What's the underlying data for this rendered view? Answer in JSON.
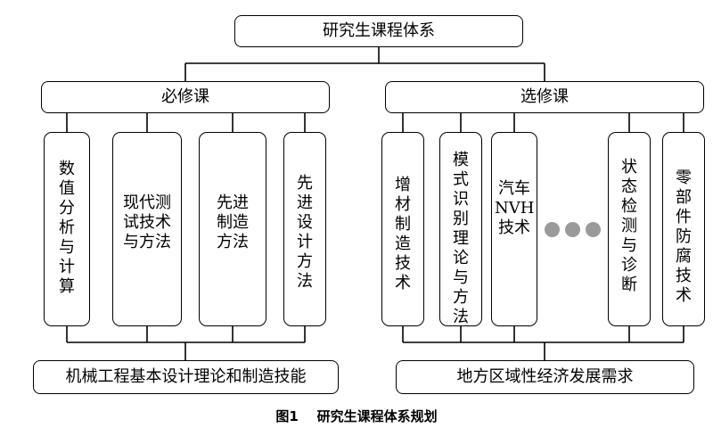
{
  "root": "研究生课程体系",
  "groups": {
    "required": "必修课",
    "elective": "选修课"
  },
  "required_courses": [
    "数值分析与计算",
    "现代测试技术与方法",
    "先进制造方法",
    "先进设计方法"
  ],
  "elective_courses": [
    "增材制造技术",
    "模式识别理论与方法",
    "汽车NVH技术",
    "状态检测与诊断",
    "零部件防腐技术"
  ],
  "ellipsis": "●●●",
  "outcomes": {
    "required": "机械工程基本设计理论和制造技能",
    "elective": "地方区域性经济发展需求"
  },
  "caption": {
    "label": "图1",
    "title": "研究生课程体系规划"
  }
}
